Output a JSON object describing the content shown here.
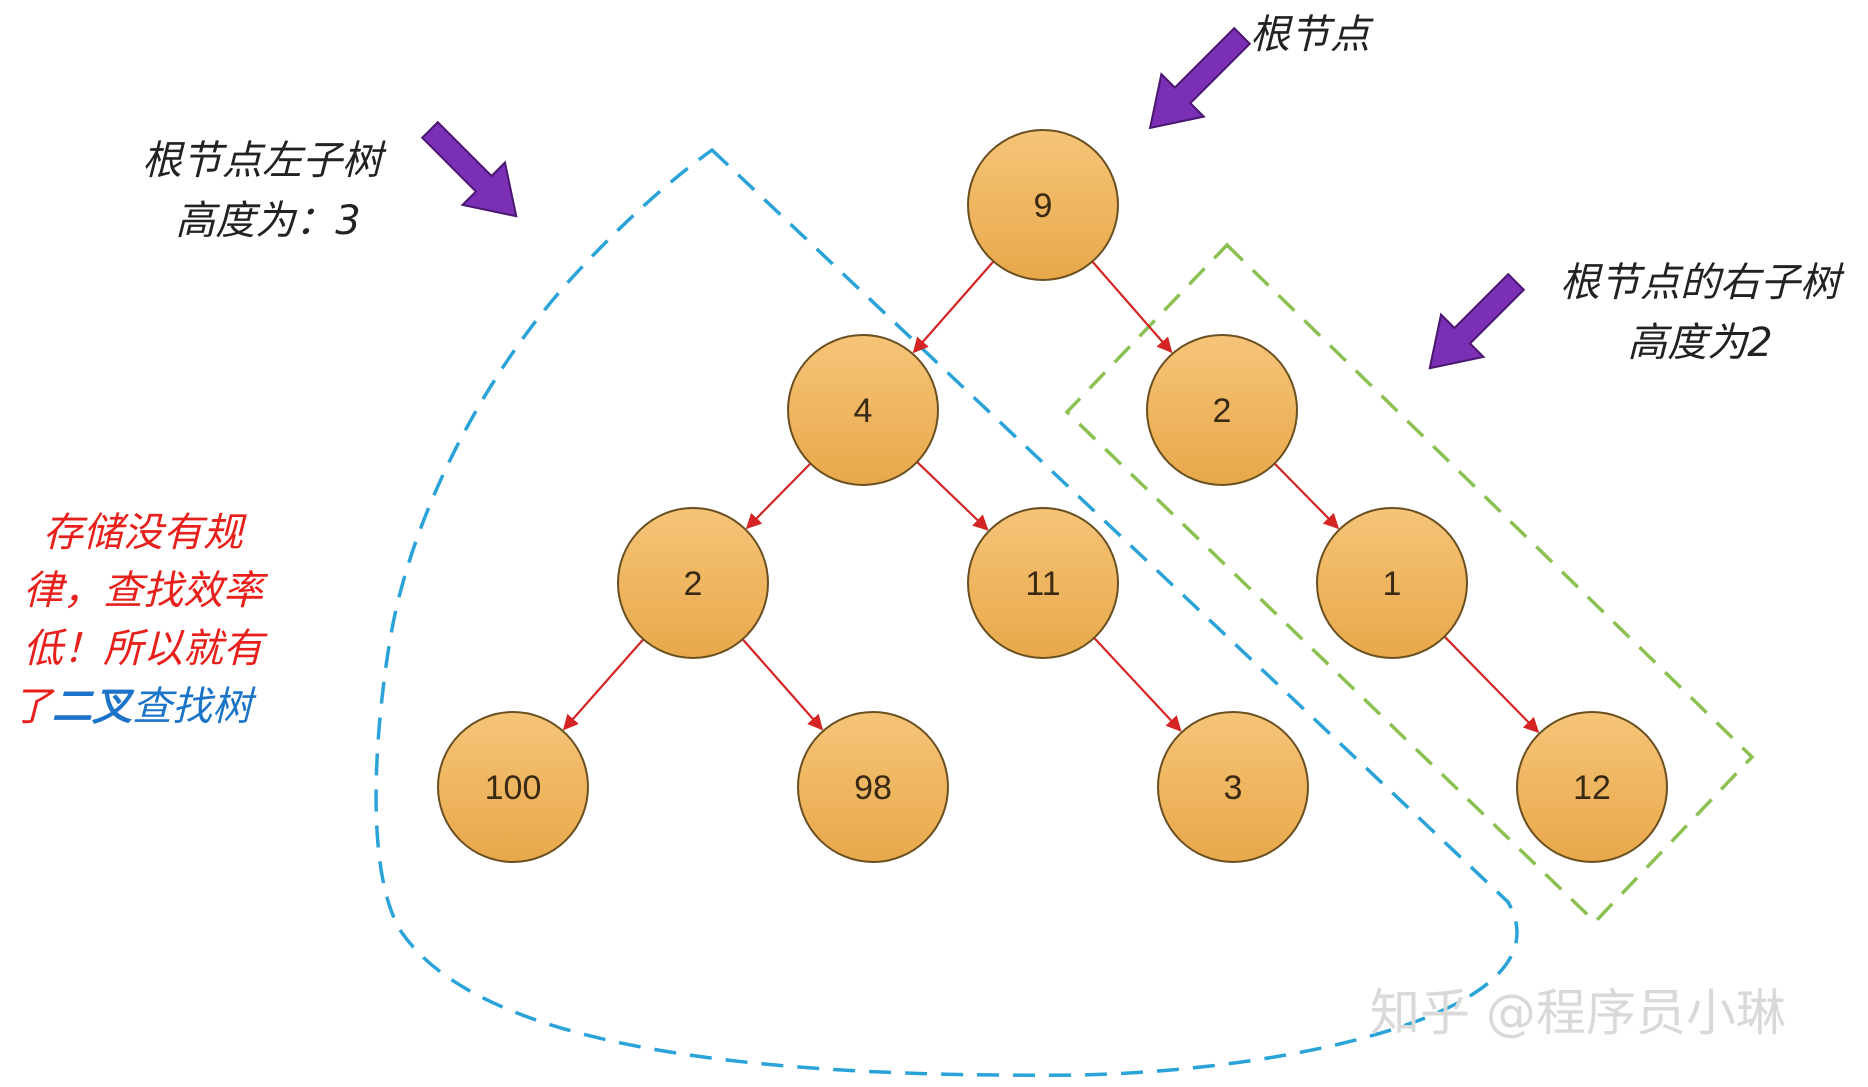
{
  "tree": {
    "nodes": [
      {
        "id": "n9",
        "label": "9"
      },
      {
        "id": "n4",
        "label": "4"
      },
      {
        "id": "n2r",
        "label": "2"
      },
      {
        "id": "n2l",
        "label": "2"
      },
      {
        "id": "n11",
        "label": "11"
      },
      {
        "id": "n1",
        "label": "1"
      },
      {
        "id": "n100",
        "label": "100"
      },
      {
        "id": "n98",
        "label": "98"
      },
      {
        "id": "n3",
        "label": "3"
      },
      {
        "id": "n12",
        "label": "12"
      }
    ],
    "edges": [
      [
        "n9",
        "n4"
      ],
      [
        "n9",
        "n2r"
      ],
      [
        "n4",
        "n2l"
      ],
      [
        "n4",
        "n11"
      ],
      [
        "n2r",
        "n1"
      ],
      [
        "n2l",
        "n100"
      ],
      [
        "n2l",
        "n98"
      ],
      [
        "n11",
        "n3"
      ],
      [
        "n1",
        "n12"
      ]
    ]
  },
  "annotations": {
    "root": "根节点",
    "left_subtree_line1": "根节点左子树",
    "left_subtree_line2": "高度为：3",
    "right_subtree_line1": "根节点的右子树",
    "right_subtree_line2": "高度为2"
  },
  "note": {
    "line1": "存储没有规",
    "line2": "律，查找效率",
    "line3": "低！所以就有",
    "line4_part1": "了",
    "line4_part2": "二叉",
    "line4_part3": "查找树"
  },
  "watermark": "知乎 @程序员小琳",
  "colors": {
    "node_fill_top": "#f6c478",
    "node_fill_bottom": "#e8a84a",
    "node_stroke": "#6a5020",
    "edge": "#d42424",
    "arrow": "#7b2fb5",
    "left_outline": "#2aa3d8",
    "right_outline": "#8cc152",
    "note_red": "#e8201c",
    "note_blue": "#1c74c8"
  },
  "icons": {
    "pointer": "arrow-icon"
  }
}
